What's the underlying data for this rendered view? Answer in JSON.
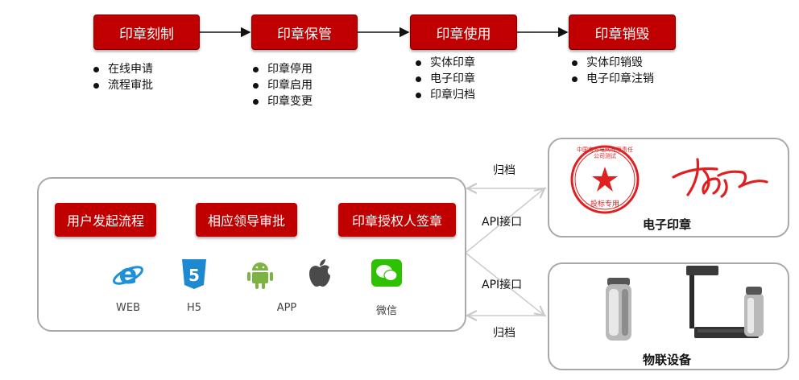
{
  "lifecycle": {
    "stages": [
      {
        "title": "印章刻制",
        "items": [
          "在线申请",
          "流程审批"
        ]
      },
      {
        "title": "印章保管",
        "items": [
          "印章停用",
          "印章启用",
          "印章变更"
        ]
      },
      {
        "title": "印章使用",
        "items": [
          "实体印章",
          "电子印章",
          "印章归档"
        ]
      },
      {
        "title": "印章销毁",
        "items": [
          "实体印销毁",
          "电子印章注销"
        ]
      }
    ]
  },
  "process": {
    "steps": [
      "用户发起流程",
      "相应领导审批",
      "印章授权人签章"
    ],
    "platforms": [
      {
        "label": "WEB",
        "icon": "ie-icon"
      },
      {
        "label": "H5",
        "icon": "html5-icon"
      },
      {
        "label": "APP",
        "icon": "android-icon"
      },
      {
        "label": "",
        "icon": "apple-icon"
      },
      {
        "label": "微信",
        "icon": "wechat-icon"
      }
    ]
  },
  "connections": {
    "archive_top": "归档",
    "api_top": "API接口",
    "api_bottom": "API接口",
    "archive_bottom": "归档"
  },
  "targets": {
    "electronic": {
      "title": "电子印章",
      "seal_text": "中国南方电网有限责任公司测试",
      "seal_sub": "投标专用"
    },
    "iot": {
      "title": "物联设备"
    }
  },
  "colors": {
    "accent": "#c00000",
    "panel_border": "#a9a9a9"
  }
}
